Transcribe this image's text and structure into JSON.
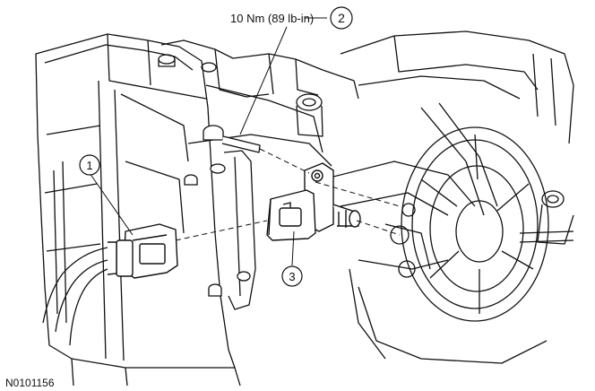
{
  "torque_spec": "10 Nm (89 lb-in)",
  "callouts": [
    "1",
    "2",
    "3"
  ],
  "figure_id": "N0101156",
  "colors": {
    "line": "#111111",
    "background": "#ffffff"
  }
}
